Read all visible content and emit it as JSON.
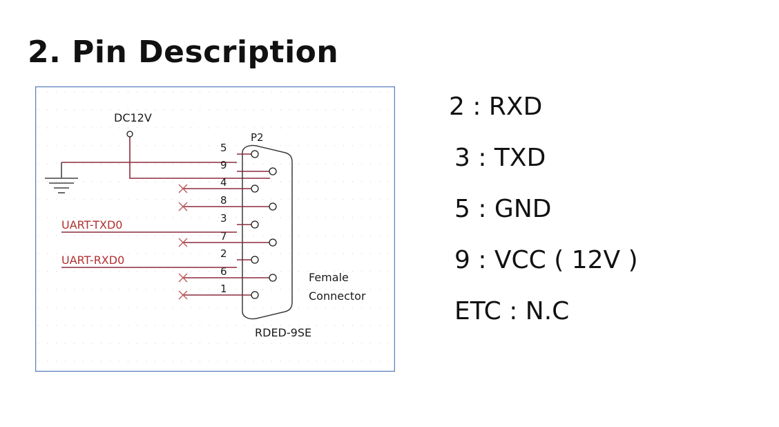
{
  "title": "2. Pin Description",
  "schematic": {
    "power_label": "DC12V",
    "connector_ref": "P2",
    "net_txd": "UART-TXD0",
    "net_rxd": "UART-RXD0",
    "pins_order": [
      "5",
      "9",
      "4",
      "8",
      "3",
      "7",
      "2",
      "6",
      "1"
    ],
    "connector_desc_line1": "Female",
    "connector_desc_line2": "Connector",
    "connector_part": "RDED-9SE",
    "colors": {
      "wire": "#8b2a3c",
      "border": "#5b7fbf",
      "grid": "#c8c8c8",
      "noconnect": "#c06060"
    }
  },
  "pin_list": [
    "2 : RXD",
    "3 : TXD",
    "5 : GND",
    "9 : VCC ( 12V )",
    "ETC : N.C"
  ]
}
